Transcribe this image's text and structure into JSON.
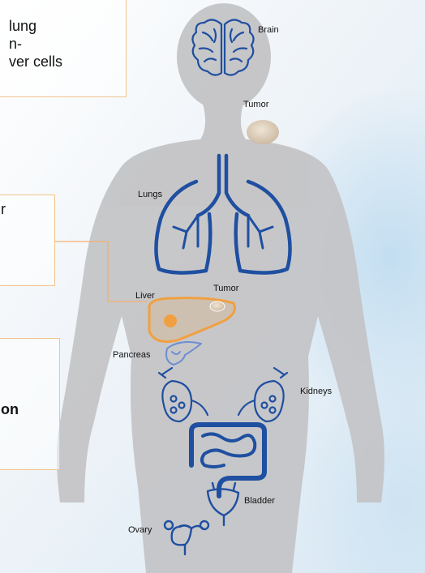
{
  "callouts": {
    "top": {
      "line1": "lung",
      "line2": "n-",
      "line3": "ver cells"
    },
    "middle": {
      "text": "r"
    },
    "bottom": {
      "text": "on"
    }
  },
  "organs": {
    "brain": "Brain",
    "tumor_upper": "Tumor",
    "lungs": "Lungs",
    "tumor_liver": "Tumor",
    "liver": "Liver",
    "pancreas": "Pancreas",
    "kidneys": "Kidneys",
    "bladder": "Bladder",
    "ovary": "Ovary"
  },
  "colors": {
    "organ_blue": "#1f4fa0",
    "liver_orange": "#f0a040",
    "connector": "#f2b070",
    "silhouette": "#c2c2c4"
  }
}
